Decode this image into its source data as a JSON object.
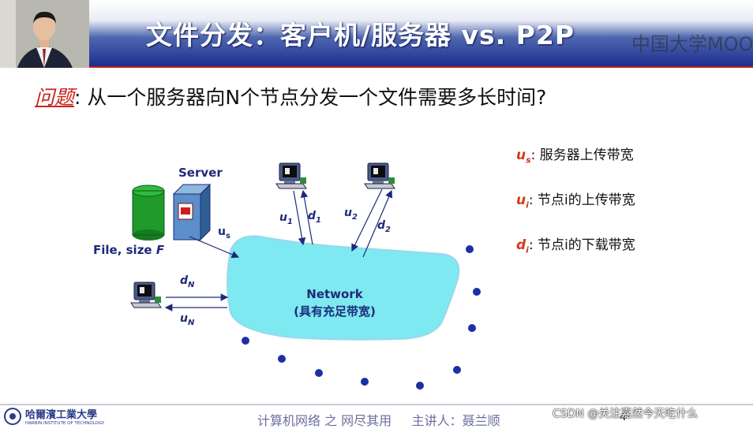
{
  "slide": {
    "title": "文件分发：客户机/服务器 vs. P2P",
    "mooc_logo": "中国大学MOOC",
    "question_label": "问题",
    "question_text": ": 从一个服务器向N个节点分发一个文件需要多长时间?"
  },
  "legend": [
    {
      "symbol": "u",
      "sub": "s",
      "text": ": 服务器上传带宽"
    },
    {
      "symbol": "u",
      "sub": "i",
      "text": ": 节点i的上传带宽"
    },
    {
      "symbol": "d",
      "sub": "i",
      "text": ": 节点i的下载带宽"
    }
  ],
  "diagram": {
    "server_label": "Server",
    "file_label": "File, size ",
    "file_var": "F",
    "us": "u",
    "us_sub": "s",
    "u1": "u",
    "u1_sub": "1",
    "d1": "d",
    "d1_sub": "1",
    "u2": "u",
    "u2_sub": "2",
    "d2": "d",
    "d2_sub": "2",
    "dN": "d",
    "dN_sub": "N",
    "uN": "u",
    "uN_sub": "N",
    "network_label": "Network",
    "network_sub": "(具有充足带宽)"
  },
  "footer": {
    "logo_text": "哈爾濱工業大學",
    "logo_sub": "HARBIN INSTITUTE OF TECHNOLOGY",
    "course": "计算机网络 之 网尽其用",
    "lecturer": "主讲人：聂兰顺",
    "page": "4"
  },
  "watermark": "CSDN @关注嘉然今天吃什么"
}
